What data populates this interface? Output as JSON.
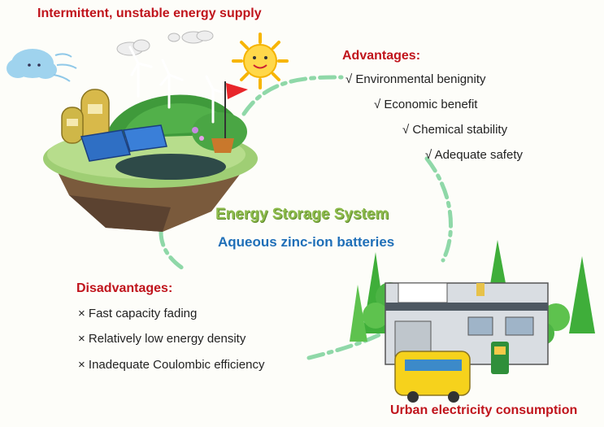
{
  "top_label": "Intermittent, unstable energy supply",
  "bottom_label": "Urban electricity consumption",
  "center": {
    "title": "Energy Storage System",
    "subtitle": "Aqueous zinc-ion batteries"
  },
  "advantages": {
    "heading": "Advantages:",
    "items": [
      "√ Environmental benignity",
      "√ Economic benefit",
      "√ Chemical stability",
      "√ Adequate safety"
    ]
  },
  "disadvantages": {
    "heading": "Disadvantages:",
    "items": [
      "× Fast capacity fading",
      "× Relatively low energy density",
      "× Inadequate Coulombic efficiency"
    ]
  },
  "colors": {
    "heading_red": "#c0141c",
    "center_green": "#8dbb4c",
    "center_blue": "#1f6fb8",
    "dash_green": "#8fd8a8"
  }
}
